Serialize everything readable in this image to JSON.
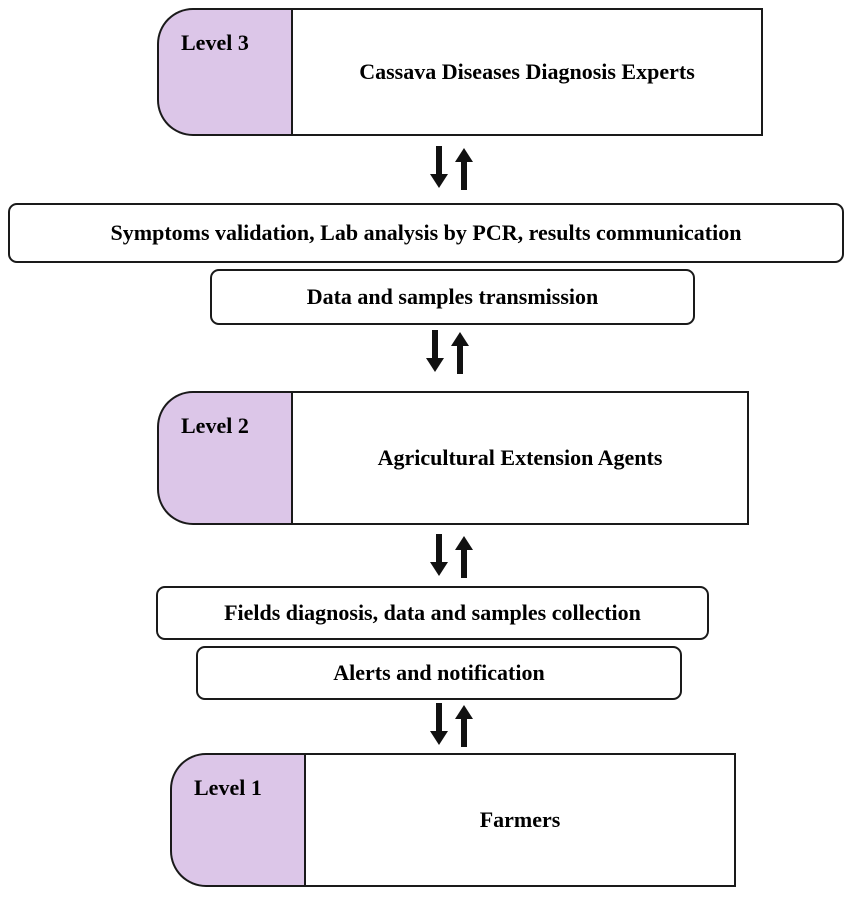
{
  "colors": {
    "tab_fill": "#dcc6e8",
    "border": "#1a1a1a",
    "arrow": "#111111"
  },
  "levels": [
    {
      "tab_label": "Level 3",
      "title": "Cassava Diseases Diagnosis Experts"
    },
    {
      "tab_label": "Level 2",
      "title": "Agricultural Extension Agents"
    },
    {
      "tab_label": "Level 1",
      "title": "Farmers"
    }
  ],
  "flows": {
    "level3_to_level2_up": "Symptoms validation, Lab analysis by PCR, results communication",
    "level3_to_level2_down": "Data and samples transmission",
    "level2_to_level1_up": "Fields diagnosis, data and samples collection",
    "level2_to_level1_down": "Alerts and notification"
  },
  "arrow_icon": "double-vertical-arrow-icon"
}
